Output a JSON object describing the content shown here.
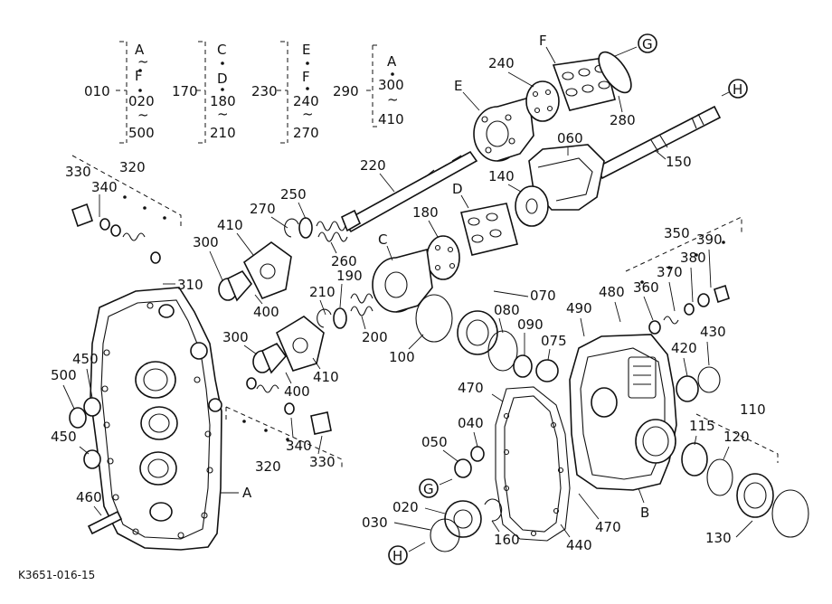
{
  "figure": {
    "code": "K3651-016-15",
    "range_groups": [
      {
        "label": "010",
        "lines": [
          "A",
          "~",
          "F",
          "020",
          "~",
          "500"
        ]
      },
      {
        "label": "170",
        "lines": [
          "C",
          "D",
          "180",
          "~",
          "210"
        ]
      },
      {
        "label": "230",
        "lines": [
          "E",
          "F",
          "240",
          "~",
          "270"
        ]
      },
      {
        "label": "290",
        "lines": [
          "A",
          "300",
          "~",
          "410"
        ]
      }
    ],
    "circled_labels": [
      "G",
      "G",
      "H",
      "H"
    ],
    "part_letters": [
      "A",
      "B",
      "C",
      "D",
      "E",
      "F"
    ],
    "part_numbers": [
      "330",
      "340",
      "320",
      "310",
      "300",
      "410",
      "270",
      "250",
      "260",
      "400",
      "190",
      "210",
      "200",
      "220",
      "180",
      "140",
      "240",
      "280",
      "060",
      "150",
      "300",
      "400",
      "410",
      "340",
      "320",
      "330",
      "100",
      "070",
      "080",
      "090",
      "075",
      "490",
      "480",
      "360",
      "370",
      "380",
      "390",
      "350",
      "420",
      "430",
      "110",
      "115",
      "120",
      "130",
      "470",
      "040",
      "050",
      "020",
      "030",
      "160",
      "440",
      "470",
      "450",
      "500",
      "450",
      "460"
    ]
  }
}
